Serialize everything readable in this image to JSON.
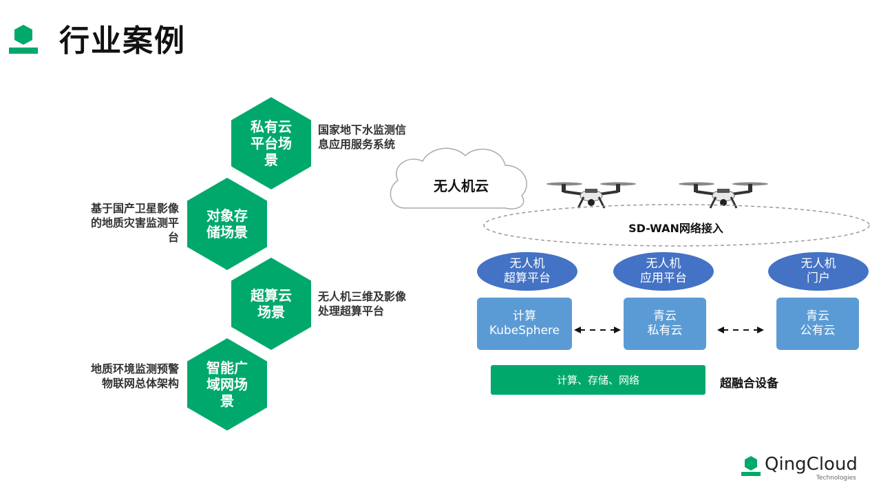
{
  "title": "行业案例",
  "colors": {
    "green": "#00a96b",
    "blue_dark": "#4472c4",
    "blue_light": "#5b9bd5"
  },
  "scenarios": [
    {
      "label": "私有云平台场景",
      "desc": "国家地下水监测信息应用服务系统"
    },
    {
      "label": "对象存储场景",
      "desc": "基于国产卫星影像的地质灾害监测平台"
    },
    {
      "label": "超算云场景",
      "desc": "无人机三维及影像处理超算平台"
    },
    {
      "label": "智能广域网场景",
      "desc": "地质环境监测预警物联网总体架构"
    }
  ],
  "diagram": {
    "cloud": "无人机云",
    "network": "SD-WAN网络接入",
    "platforms": [
      {
        "line1": "无人机",
        "line2": "超算平台"
      },
      {
        "line1": "无人机",
        "line2": "应用平台"
      },
      {
        "line1": "无人机",
        "line2": "门户"
      }
    ],
    "boxes": [
      {
        "line1": "计算",
        "line2": "KubeSphere"
      },
      {
        "line1": "青云",
        "line2": "私有云"
      },
      {
        "line1": "青云",
        "line2": "公有云"
      }
    ],
    "bar": "计算、存储、网络",
    "bar_label": "超融合设备"
  },
  "brand": {
    "name": "QingCloud",
    "sub": "Technologies"
  },
  "icons": [
    "logo-icon",
    "drone-icon",
    "cloud-icon",
    "arrow-icon"
  ]
}
